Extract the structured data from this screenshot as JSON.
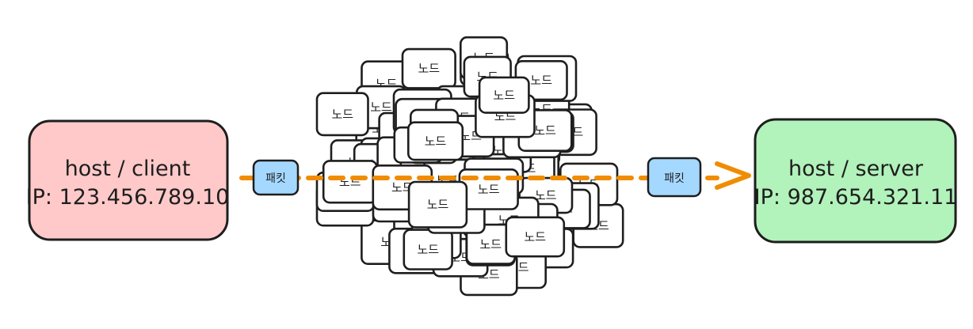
{
  "client": {
    "title": "host / client",
    "ip": "IP: 123.456.789.10",
    "fill": "#ffc9c9"
  },
  "server": {
    "title": "host / server",
    "ip": "IP: 987.654.321.11",
    "fill": "#b2f2bb"
  },
  "packet": {
    "label": "패킷",
    "fill": "#a5d8ff"
  },
  "network": {
    "node_label": "노드"
  },
  "arrow": {
    "color": "#f08c00"
  },
  "stroke_color": "#1e1e1e"
}
